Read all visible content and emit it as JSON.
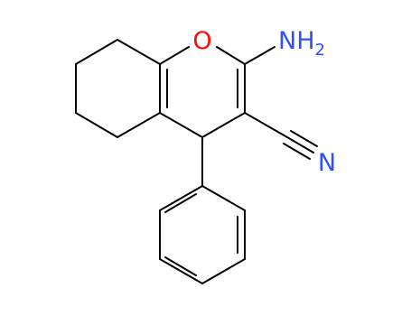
{
  "molecule": {
    "atoms": {
      "oxygen": {
        "symbol": "O",
        "color": "#ff0d0d"
      },
      "amino": {
        "symbol": "NH",
        "subscript": "2",
        "color": "#3050f8"
      },
      "nitrile_n": {
        "symbol": "N",
        "color": "#3050f8"
      }
    },
    "bond_color": "#000000"
  }
}
